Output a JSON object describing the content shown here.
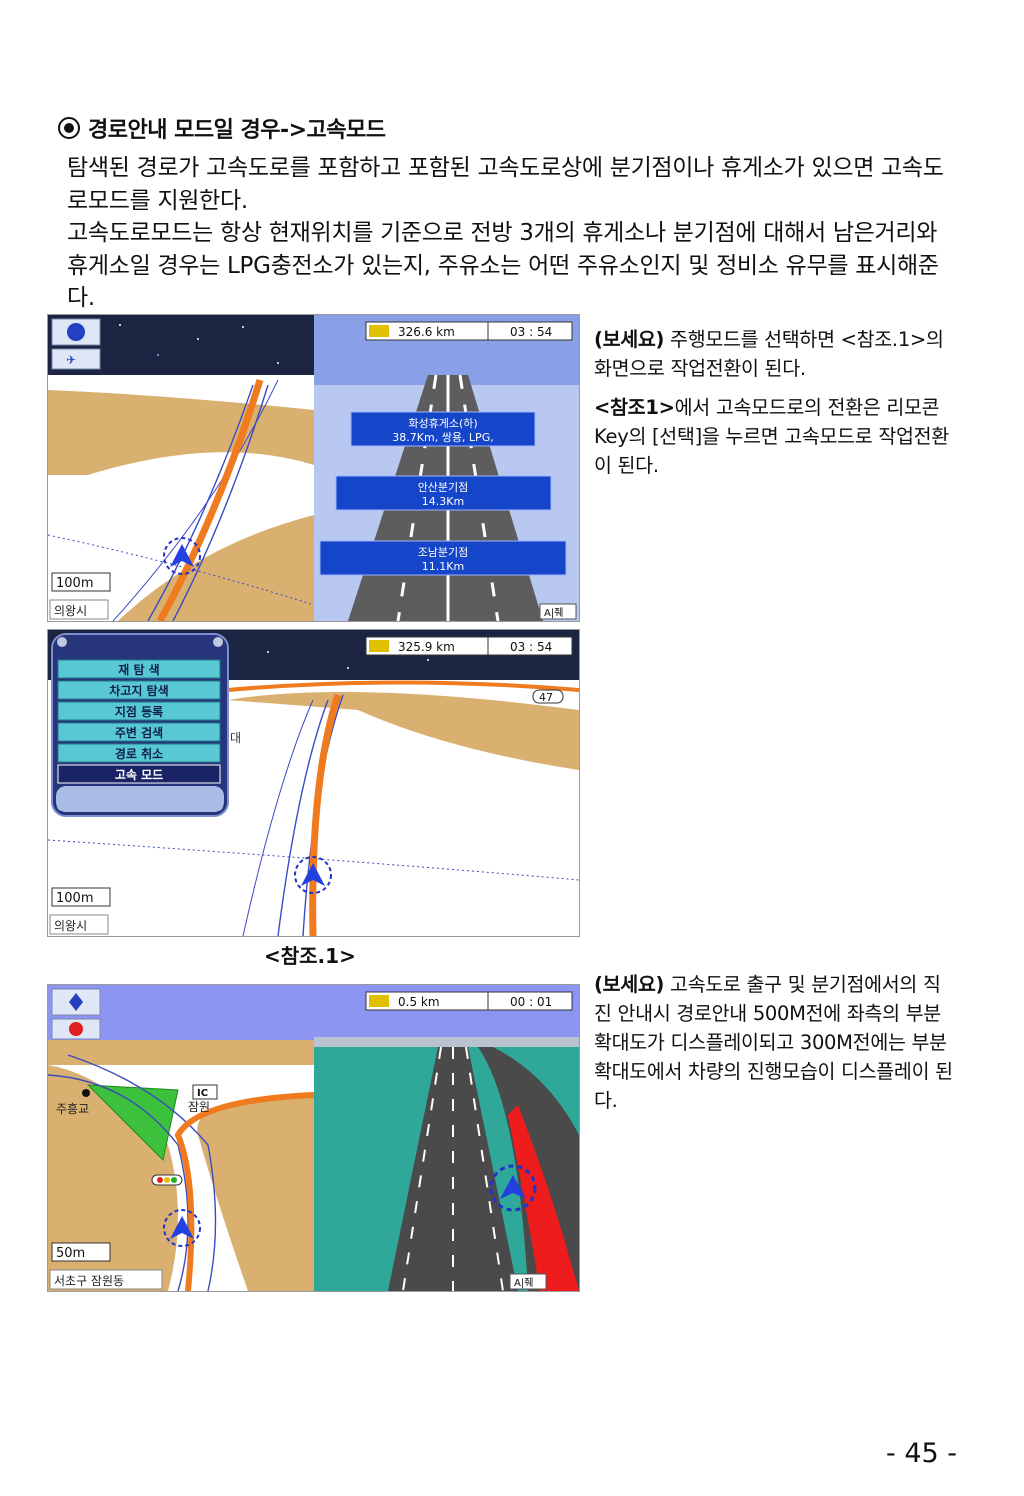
{
  "heading": "경로안내 모드일 경우->고속모드",
  "intro": [
    "탐색된 경로가 고속도로를 포함하고 포함된 고속도로상에 분기점이나 휴게소가 있으면 고속도로모드를 지원한다.",
    "고속도로모드는 항상 현재위치를 기준으로 전방 3개의 휴게소나 분기점에 대해서 남은거리와 휴게소일 경우는 LPG충전소가 있는지, 주유소는 어떤 주유소인지 및 정비소 유무를 표시해준다."
  ],
  "shot1": {
    "distance": "326.6 km",
    "time": "03 : 54",
    "scale": "100m",
    "location": "의왕시",
    "mode_badge": "A|줴",
    "signs": [
      {
        "name": "화성휴게소(하)",
        "detail": "38.7Km, 쌍용, LPG,"
      },
      {
        "name": "안산분기점",
        "detail": "14.3Km"
      },
      {
        "name": "조남분기점",
        "detail": "11.1Km"
      }
    ]
  },
  "note1": {
    "label": "(보세요)",
    "text": " 주행모드를 선택하면 <참조.1>의 화면으로 작업전환이 된다."
  },
  "note2": {
    "label": "<참조1>",
    "text": "에서 고속모드로의 전환은 리모콘Key의 [선택]을 누르면 고속모드로 작업전환이 된다."
  },
  "shot2": {
    "distance": "325.9 km",
    "time": "03 : 54",
    "scale": "100m",
    "location": "의왕시",
    "road_number": "47",
    "map_label": "대",
    "menu": [
      "재 탐 색",
      "차고지 탐색",
      "지점 등록",
      "주변 검색",
      "경로 취소",
      "고속 모드"
    ],
    "selected_index": 5
  },
  "caption": "<참조.1>",
  "shot3": {
    "distance": "0.5 km",
    "time": "00 : 01",
    "scale": "50m",
    "location": "서초구 잠원동",
    "ic_label": "IC",
    "place_left": "주흥교",
    "place_right": "잠원",
    "mode_badge": "A|줴"
  },
  "note3": {
    "label": "(보세요)",
    "text": " 고속도로 출구 및 분기점에서의 직진 안내시 경로안내 500M전에 좌측의 부분확대도가 디스플레이되고 300M전에는 부분확대도에서 차량의 진행모습이 디스플레이 된다."
  },
  "page_number": "- 45 -",
  "colors": {
    "route": "#f07a1e",
    "sign_blue": "#1545c8",
    "night_sky": "#1b2440",
    "menu_frame": "#27357a",
    "menu_button": "#58c8d4"
  }
}
